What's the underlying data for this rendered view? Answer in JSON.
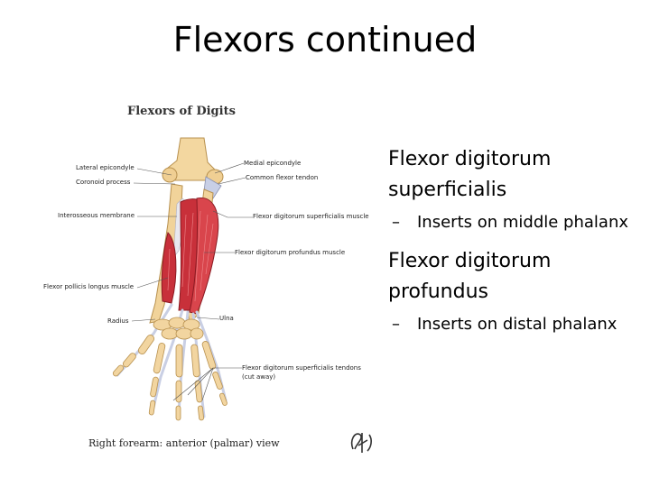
{
  "slide": {
    "title": "Flexors continued"
  },
  "figure": {
    "heading": "Flexors of Digits",
    "caption": "Right forearm: anterior (palmar) view",
    "labels": {
      "lateral_epicondyle": "Lateral epicondyle",
      "coronoid_process": "Coronoid process",
      "interosseous_membrane": "Interosseous membrane",
      "flexor_pollicis_longus": "Flexor pollicis longus muscle",
      "radius": "Radius",
      "medial_epicondyle": "Medial epicondyle",
      "common_flexor_tendon": "Common flexor tendon",
      "fds_muscle": "Flexor digitorum superficialis muscle",
      "fdp_muscle": "Flexor digitorum profundus muscle",
      "ulna": "Ulna",
      "fds_tendons_line1": "Flexor digitorum superficialis tendons",
      "fds_tendons_line2": "(cut away)"
    }
  },
  "bullets": [
    {
      "text": "Flexor digitorum superficialis",
      "sub": "Inserts on middle phalanx"
    },
    {
      "text": "Flexor digitorum profundus",
      "sub": "Inserts on distal phalanx"
    }
  ]
}
